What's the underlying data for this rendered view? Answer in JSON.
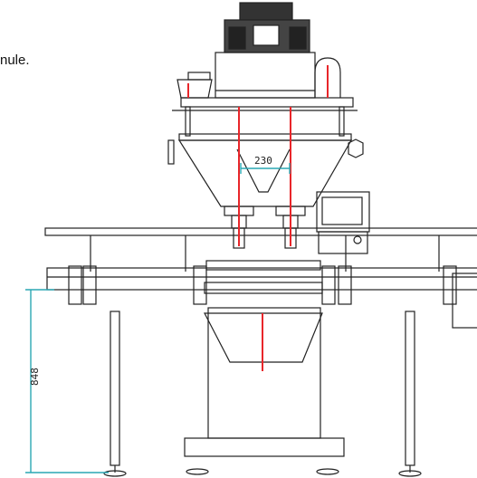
{
  "caption_fragment": "nule.",
  "dimensions": {
    "nozzle_spacing": "230",
    "table_height": "848"
  },
  "colors": {
    "line": "#222222",
    "dimension": "#2aa7b4",
    "centerline": "#e8262a",
    "background": "#ffffff"
  },
  "icons": [
    "servo-motor-icon",
    "hopper-icon",
    "conveyor-icon",
    "leg-icon"
  ]
}
